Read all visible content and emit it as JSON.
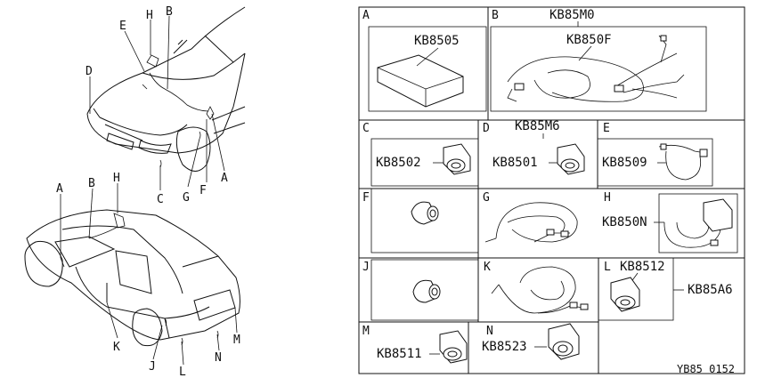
{
  "car_callouts": {
    "front": {
      "H": "H",
      "B": "B",
      "E": "E",
      "D": "D",
      "C": "C",
      "G": "G",
      "F": "F",
      "A": "A"
    },
    "rear": {
      "A": "A",
      "B": "B",
      "H": "H",
      "K": "K",
      "J": "J",
      "L": "L",
      "N": "N",
      "M": "M"
    }
  },
  "panels": {
    "A": {
      "letter": "A",
      "part": "KB8505"
    },
    "B": {
      "letter": "B",
      "group": "KB85M0",
      "part": "KB850F"
    },
    "C": {
      "letter": "C",
      "part": "KB8502"
    },
    "D": {
      "letter": "D",
      "group": "KB85M6",
      "part": "KB8501"
    },
    "E": {
      "letter": "E",
      "part": "KB8509"
    },
    "F": {
      "letter": "F"
    },
    "G": {
      "letter": "G"
    },
    "H": {
      "letter": "H",
      "part": "KB850N"
    },
    "J": {
      "letter": "J"
    },
    "K": {
      "letter": "K"
    },
    "L": {
      "letter": "L",
      "part": "KB8512",
      "group": "KB85A6"
    },
    "M": {
      "letter": "M",
      "part": "KB8511"
    },
    "N": {
      "letter": "N",
      "part": "KB8523"
    }
  },
  "footer_code": "YB85 0152"
}
